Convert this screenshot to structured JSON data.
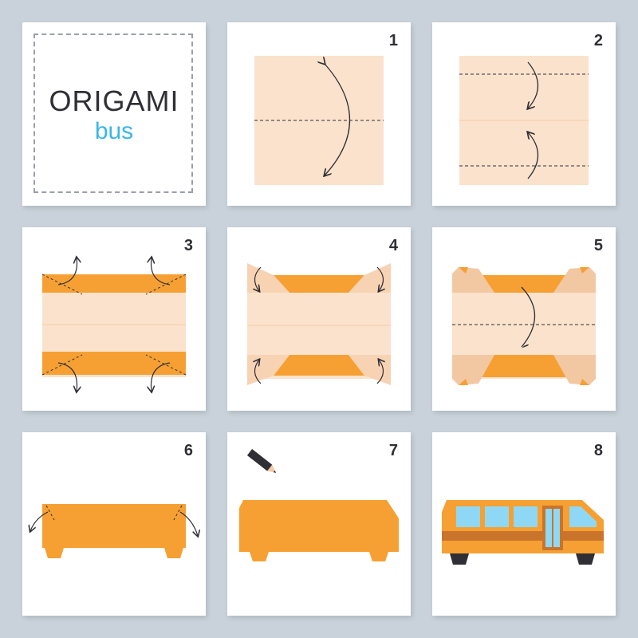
{
  "title": {
    "main": "ORIGAMI",
    "sub": "bus"
  },
  "steps": [
    {
      "number": "1"
    },
    {
      "number": "2"
    },
    {
      "number": "3"
    },
    {
      "number": "4"
    },
    {
      "number": "5"
    },
    {
      "number": "6"
    },
    {
      "number": "7"
    },
    {
      "number": "8"
    }
  ],
  "colors": {
    "background": "#c9d2da",
    "card": "#ffffff",
    "paper_back": "#fbe2cc",
    "paper_front": "#f6a033",
    "window": "#8fd8f5",
    "wheel": "#2f2f35",
    "stripe": "#c9742a",
    "title_text": "#2f2f35",
    "accent_text": "#38b6e8"
  },
  "icons": [
    "fold-arrow-icon",
    "pencil-icon"
  ]
}
